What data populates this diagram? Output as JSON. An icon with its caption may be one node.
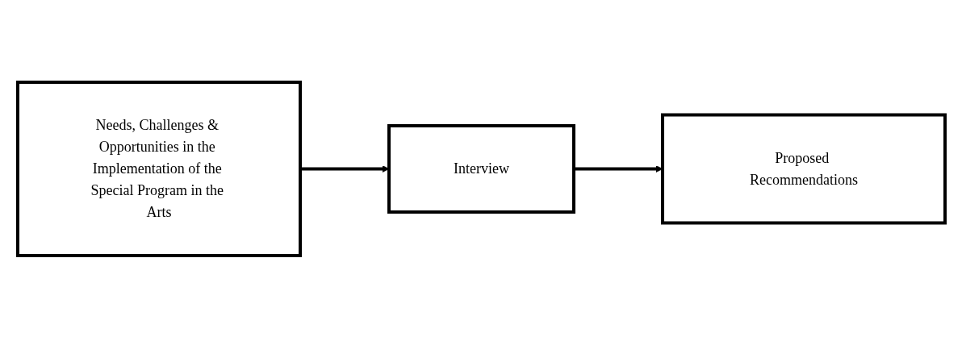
{
  "diagram": {
    "nodes": [
      {
        "text": [
          "Needs, Challenges & Opportunities in the Implementation of the Special Program in the Arts"
        ]
      },
      {
        "text": [
          "Interview"
        ]
      },
      {
        "text": [
          "Proposed Recommendations"
        ]
      }
    ],
    "edges": [
      {
        "from": 0,
        "to": 1,
        "arrow": "to"
      },
      {
        "from": 1,
        "to": 2,
        "arrow": "to"
      }
    ]
  }
}
